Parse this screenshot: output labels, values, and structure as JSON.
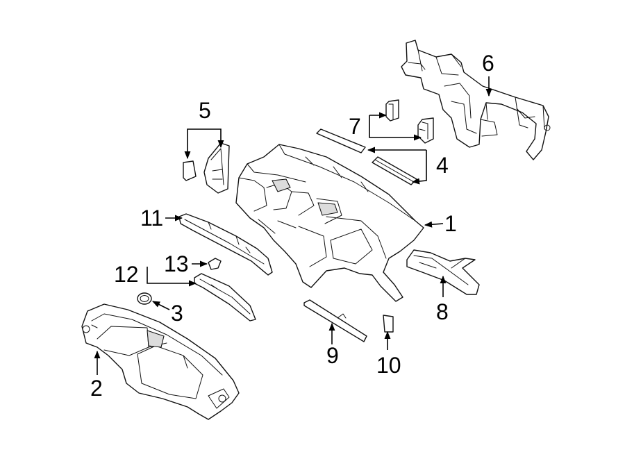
{
  "diagram": {
    "callouts": [
      {
        "id": "1",
        "label": "1"
      },
      {
        "id": "2",
        "label": "2"
      },
      {
        "id": "3",
        "label": "3"
      },
      {
        "id": "4",
        "label": "4"
      },
      {
        "id": "5",
        "label": "5"
      },
      {
        "id": "6",
        "label": "6"
      },
      {
        "id": "7",
        "label": "7"
      },
      {
        "id": "8",
        "label": "8"
      },
      {
        "id": "9",
        "label": "9"
      },
      {
        "id": "10",
        "label": "10"
      },
      {
        "id": "11",
        "label": "11"
      },
      {
        "id": "12",
        "label": "12"
      },
      {
        "id": "13",
        "label": "13"
      }
    ],
    "colors": {
      "line": "#111111",
      "background": "#ffffff",
      "shading": "#dcdcdc"
    }
  }
}
